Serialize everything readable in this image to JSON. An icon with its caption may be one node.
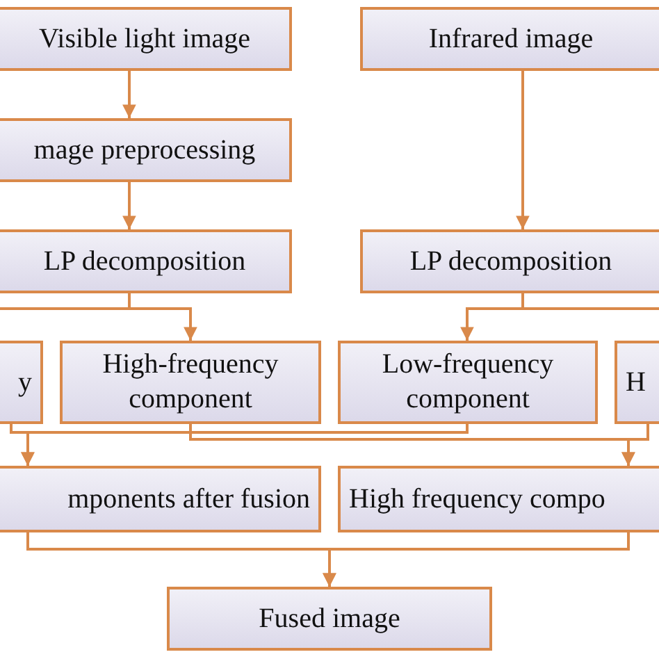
{
  "diagram": {
    "nodes": [
      {
        "text": [
          "Visible light image"
        ]
      },
      {
        "text": [
          "Infrared image"
        ]
      },
      {
        "text": [
          "mage preprocessing"
        ]
      },
      {
        "text": [
          "LP decomposition"
        ]
      },
      {
        "text": [
          "LP decomposition"
        ]
      },
      {
        "text": [
          "y"
        ]
      },
      {
        "text": [
          "High-frequency component"
        ]
      },
      {
        "text": [
          "Low-frequency component"
        ]
      },
      {
        "text": [
          "H"
        ]
      },
      {
        "text": [
          "mponents after fusion"
        ]
      },
      {
        "text": [
          "High frequency compo"
        ]
      },
      {
        "text": [
          "Fused image"
        ]
      }
    ],
    "edges": [
      {
        "from": 0,
        "to": 2,
        "arrow": "to"
      },
      {
        "from": 2,
        "to": 3,
        "arrow": "to"
      },
      {
        "from": 1,
        "to": 4,
        "arrow": "to"
      },
      {
        "from": 3,
        "to": 6,
        "arrow": "to"
      },
      {
        "from": 4,
        "to": 7,
        "arrow": "to"
      },
      {
        "from": 7,
        "to": 9,
        "arrow": "to"
      },
      {
        "from": 6,
        "to": 10,
        "arrow": "to"
      },
      {
        "from": 9,
        "to": 11,
        "arrow": "to"
      },
      {
        "from": 10,
        "to": 11,
        "arrow": "to"
      },
      {
        "from": 3,
        "to": null,
        "arrow": "none"
      },
      {
        "from": 4,
        "to": null,
        "arrow": "none"
      },
      {
        "from": 5,
        "to": 9,
        "arrow": "to"
      },
      {
        "from": 8,
        "to": 10,
        "arrow": "to"
      }
    ]
  }
}
